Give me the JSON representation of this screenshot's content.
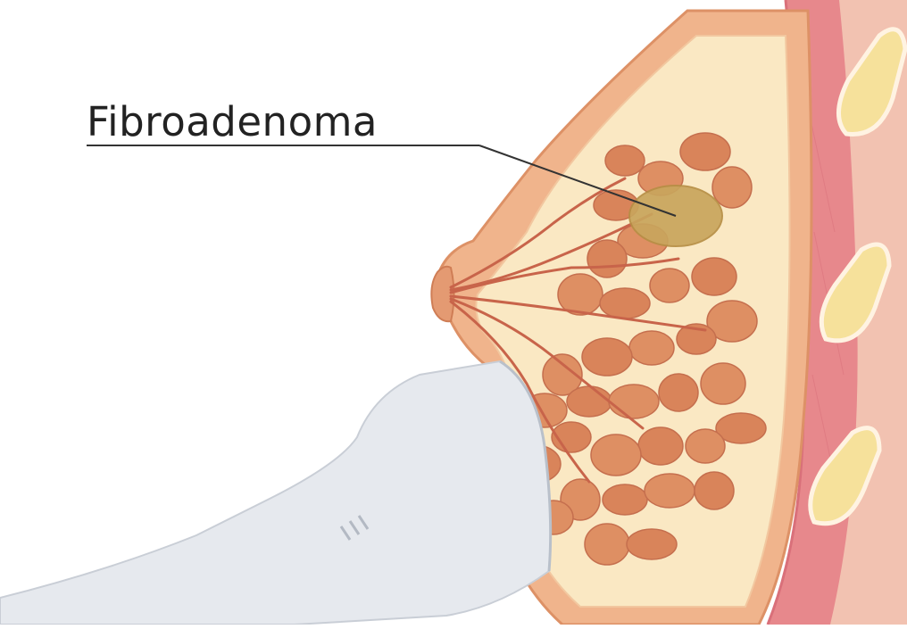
{
  "diagram": {
    "annotation_label": "Fibroadenoma"
  },
  "colors": {
    "background": "#ffffff",
    "skin": "#f0b48c",
    "skin_outline": "#dd9166",
    "fat_tissue": "#fae8c3",
    "lobule": "#de8f63",
    "lobule_dark": "#c56f4e",
    "duct": "#c8644a",
    "fibroadenoma": "#c9a55d",
    "chest_muscle": "#e7888c",
    "rib": "#f6e19b",
    "probe": "#e6e9ee"
  },
  "icons": [
    "ultrasound-probe",
    "watermark-logo"
  ]
}
